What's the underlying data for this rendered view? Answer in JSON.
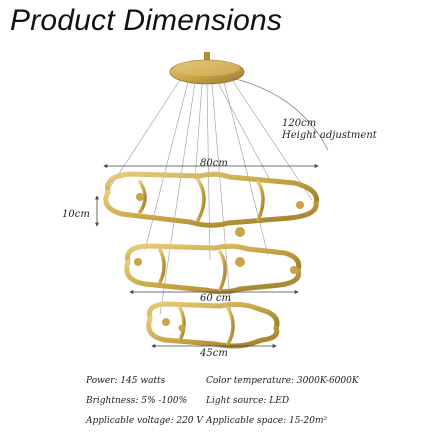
{
  "title": "Product Dimensions",
  "dimensions": {
    "height_adjust_value": "120cm",
    "height_adjust_label": "Height adjustment",
    "width_top": "80cm",
    "ring_height": "10cm",
    "width_middle": "60 cm",
    "width_bottom": "45cm"
  },
  "specs": {
    "power": "Power: 145 watts",
    "brightness": "Brightness: 5% -100%",
    "voltage": "Applicable voltage: 220 V",
    "color_temperature": "Color temperature: 3000K-6000K",
    "light_source": "Light source: LED",
    "space": "Applicable space: 15-20m²"
  },
  "colors": {
    "gold": "#c9a548",
    "gold_dark": "#a98530",
    "line": "#555555"
  }
}
